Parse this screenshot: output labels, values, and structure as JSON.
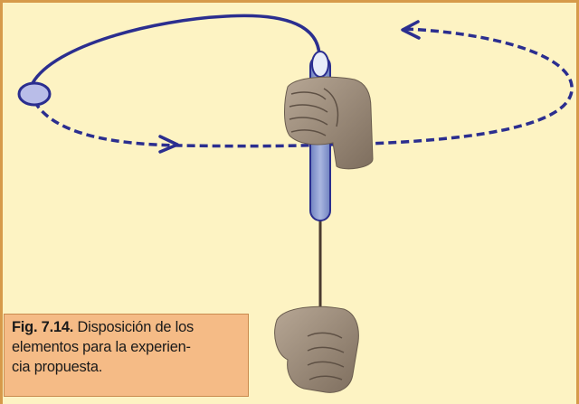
{
  "caption": {
    "figure_number": "Fig. 7.14.",
    "lines": [
      " Disposición de los",
      "elementos para la experien-",
      "cia propuesta."
    ]
  },
  "colors": {
    "background": "#fdf3c3",
    "frame_border": "#d69a4a",
    "caption_box": "#f5bb86",
    "path_blue": "#2b2e8f",
    "tube_blue": "#8f9fcf",
    "hand_skin": "#9a8a78",
    "string": "#4a3a30"
  },
  "icons": [
    "ball-icon",
    "tube-icon",
    "upper-hand-icon",
    "lower-hand-icon",
    "string-icon",
    "orbit-arrow-icon"
  ]
}
